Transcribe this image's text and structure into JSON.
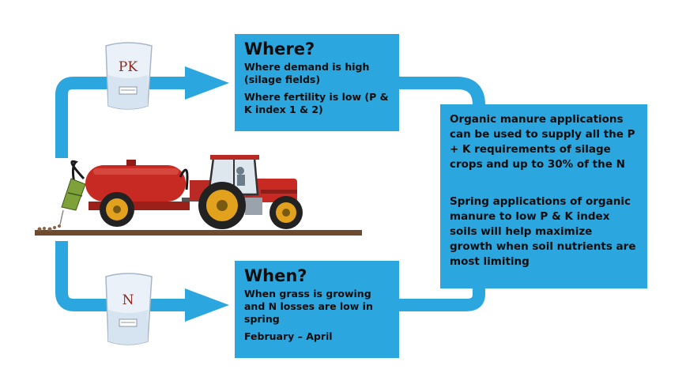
{
  "where": {
    "title": "Where?",
    "line1": "Where demand is high (silage fields)",
    "line2": "Where fertility is low (P & K index 1 & 2)"
  },
  "when": {
    "title": "When?",
    "line1": "When grass is growing and N losses are low in spring",
    "line2": "February – April"
  },
  "info": {
    "paragraph1": "Organic manure applications can be used to supply all the P + K requirements of silage crops and up to 30% of the N",
    "paragraph2": "Spring applications of organic manure to low P & K index soils will help maximize growth when soil nutrients are most limiting"
  },
  "bags": {
    "top_label": "PK",
    "bottom_label": "N"
  },
  "colors": {
    "accent_blue": "#2ba6de",
    "tanker_red": "#c62a22",
    "tractor_red": "#b92a24",
    "wheel_yellow": "#e3a21d",
    "ground_brown": "#6e4a2f"
  }
}
